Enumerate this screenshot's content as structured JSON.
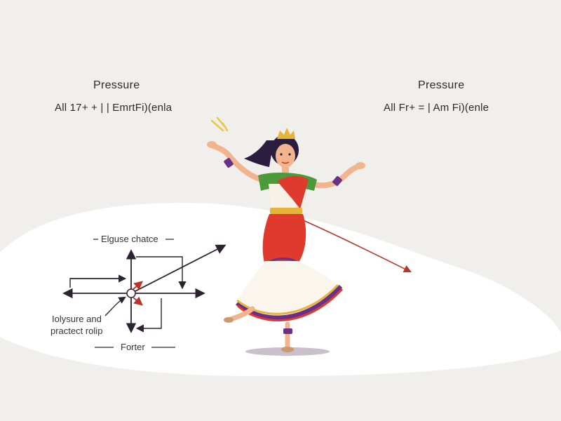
{
  "panels": {
    "left": {
      "title": "Pressure",
      "formula": "All 17+ + | | EmrtFi)(enla"
    },
    "right": {
      "title": "Pressure",
      "formula": "All Fr+ = | Am Fi)(enle"
    }
  },
  "diagram": {
    "top_label": "Elguse chatce",
    "left_caption_line1": "Iolysure and",
    "left_caption_line2": "practect rolip",
    "bottom_label": "Forter"
  },
  "colors": {
    "background": "#f1efec",
    "swoosh": "#ffffff",
    "arrow_dark": "#2c2230",
    "arrow_red": "#b8352a",
    "sari_red": "#e03a2e",
    "sari_green": "#4c9a3a",
    "gold": "#e3b53a",
    "purple": "#6a2f86",
    "skin": "#f2b48f",
    "hair": "#2b1d3e"
  },
  "icons": {
    "sparkle": "sparkle-icon",
    "dancer": "dancer-figure"
  }
}
